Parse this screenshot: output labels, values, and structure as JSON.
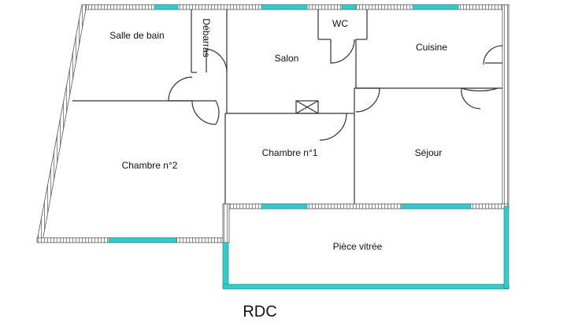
{
  "plan": {
    "title": "RDC",
    "rooms": {
      "salle_de_bain": "Salle de bain",
      "debarras": "Débarras",
      "salon": "Salon",
      "wc": "WC",
      "cuisine": "Cuisine",
      "chambre_2": "Chambre n°2",
      "chambre_1": "Chambre n°1",
      "sejour": "Séjour",
      "piece_vitree": "Pièce vitrée"
    },
    "colors": {
      "wall_fill": "#ffffff",
      "wall_hatch": "#888888",
      "wall_outline": "#555555",
      "window": "#33cccc",
      "inner_wall": "#333333"
    }
  }
}
